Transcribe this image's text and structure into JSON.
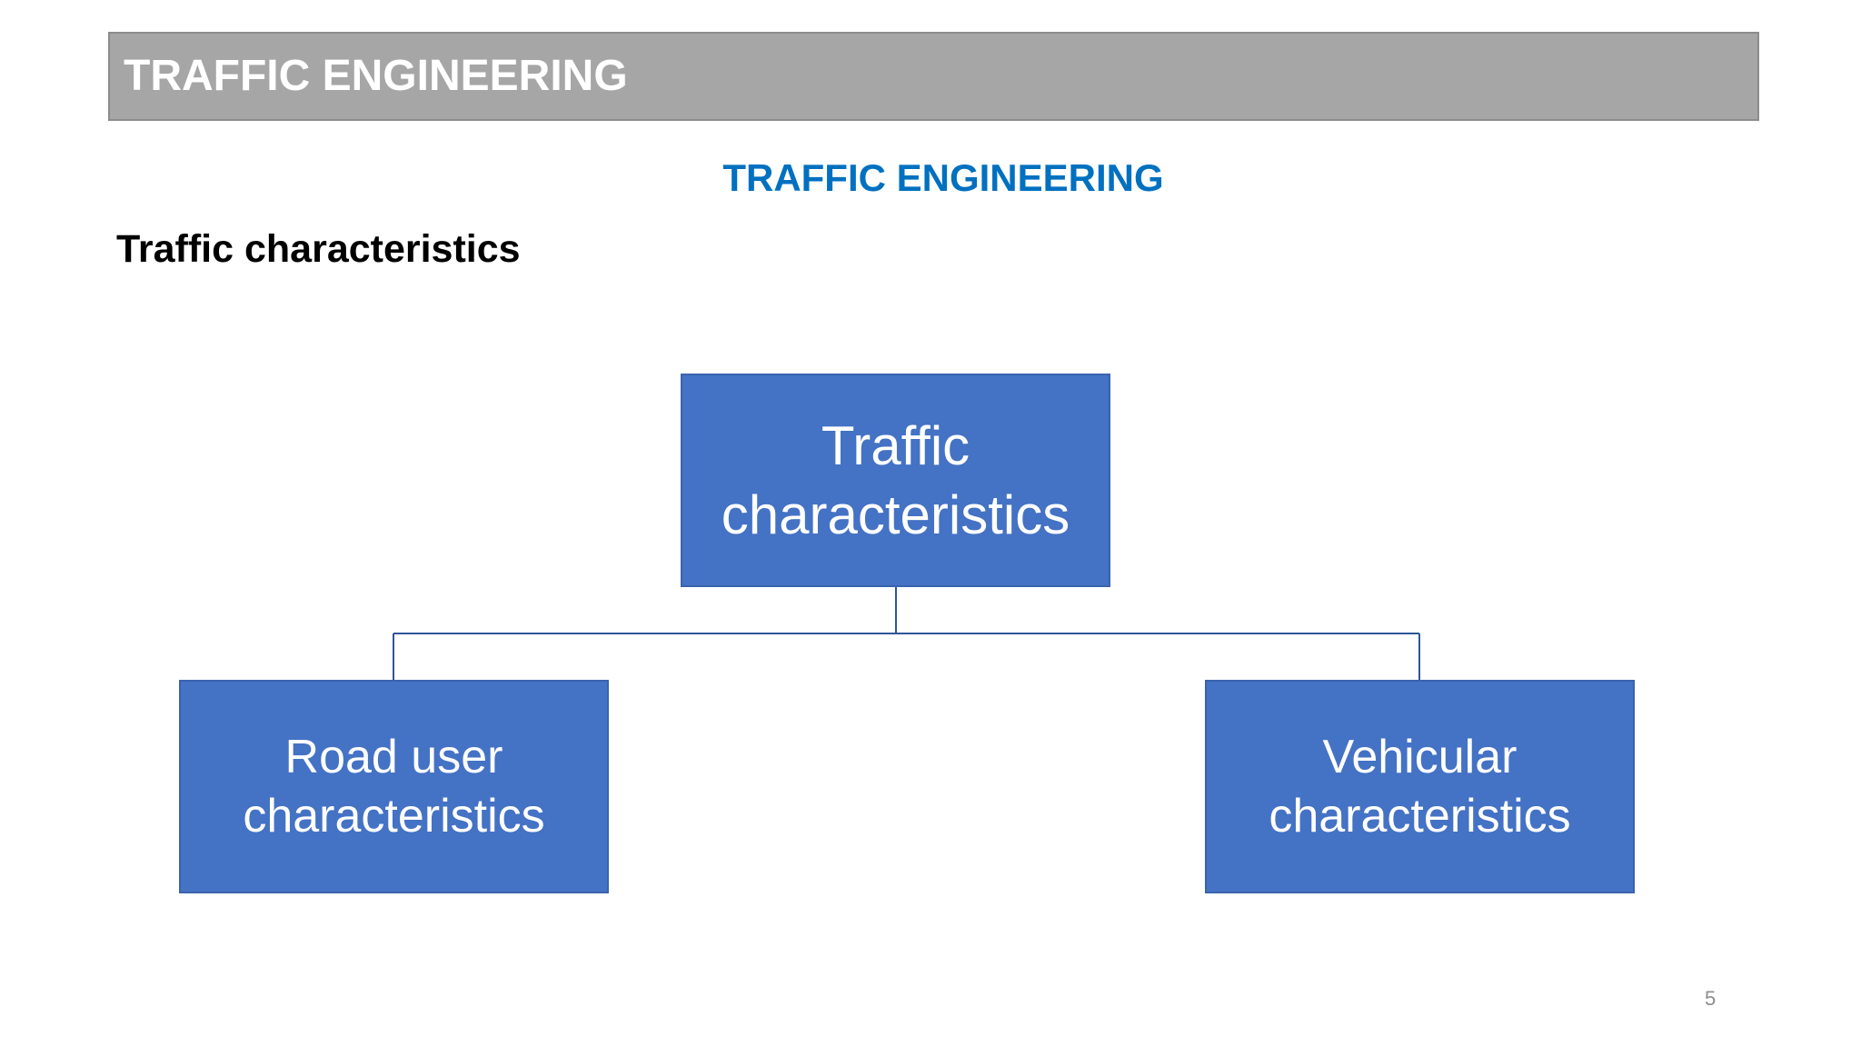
{
  "header": {
    "title": "TRAFFIC ENGINEERING"
  },
  "subtitle": "TRAFFIC ENGINEERING",
  "section_heading": "Traffic characteristics",
  "diagram": {
    "root": {
      "line1": "Traffic",
      "line2": "characteristics"
    },
    "children": [
      {
        "line1": "Road user",
        "line2": "characteristics"
      },
      {
        "line1": "Vehicular",
        "line2": "characteristics"
      }
    ]
  },
  "footer": {
    "slide_number": "5"
  },
  "colors": {
    "header_bar": "#a6a6a6",
    "subtitle": "#0070c0",
    "node_fill": "#4472c4",
    "connector": "#2f5597"
  }
}
